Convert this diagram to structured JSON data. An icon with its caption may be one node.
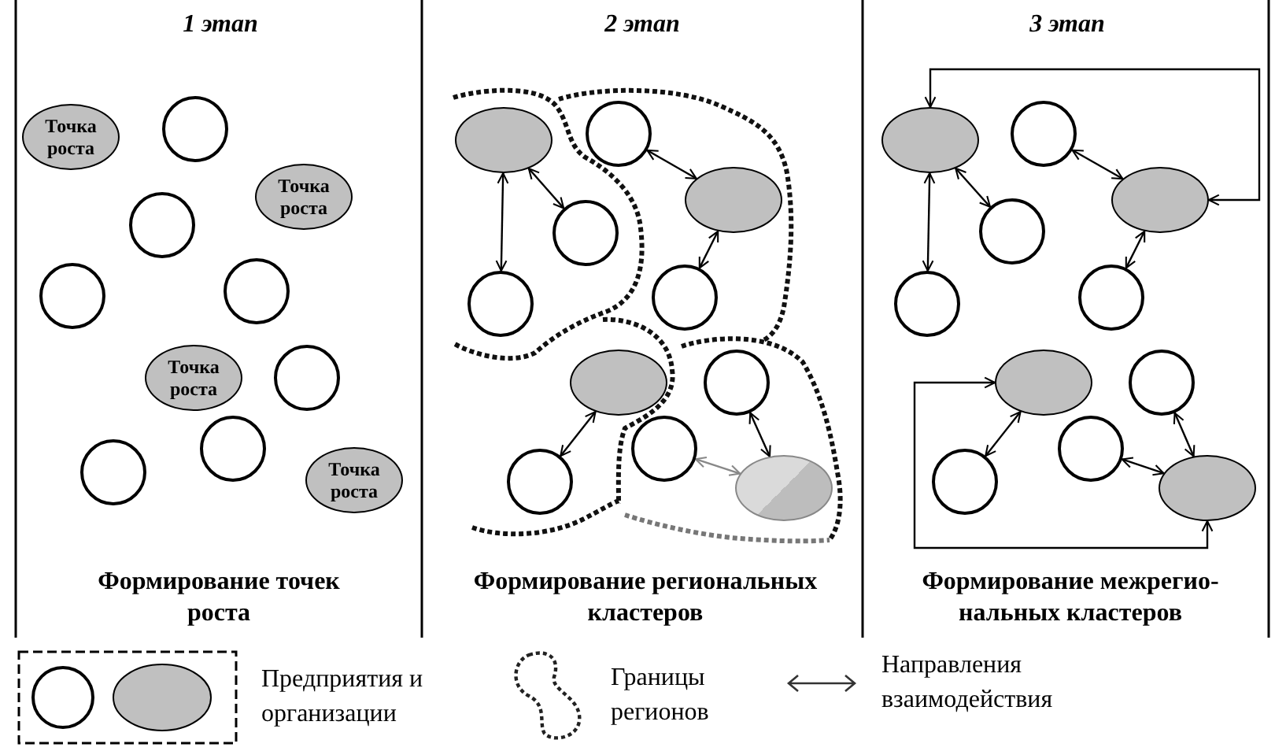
{
  "diagram": {
    "nodes": [
      {
        "text": [
          "Точка роста"
        ]
      },
      {
        "text": [],
        "shape": "circle"
      },
      {
        "text": [
          "Точка роста"
        ]
      },
      {
        "text": [],
        "shape": "circle"
      },
      {
        "text": [],
        "shape": "circle"
      },
      {
        "text": [],
        "shape": "circle"
      },
      {
        "text": [
          "Точка роста"
        ]
      },
      {
        "text": [],
        "shape": "circle"
      },
      {
        "text": [],
        "shape": "circle"
      },
      {
        "text": [],
        "shape": "circle"
      },
      {
        "text": [
          "Точка роста"
        ]
      },
      {
        "text": [],
        "shape": "ellipse"
      },
      {
        "text": [],
        "shape": "circle"
      },
      {
        "text": [],
        "shape": "ellipse"
      },
      {
        "text": [],
        "shape": "circle"
      },
      {
        "text": [],
        "shape": "circle"
      },
      {
        "text": [],
        "shape": "circle"
      },
      {
        "text": [],
        "shape": "ellipse"
      },
      {
        "text": [],
        "shape": "circle"
      },
      {
        "text": [],
        "shape": "circle"
      },
      {
        "text": [],
        "shape": "circle"
      },
      {
        "text": [],
        "shape": "ellipse"
      },
      {
        "text": [],
        "shape": "ellipse"
      },
      {
        "text": [],
        "shape": "circle"
      },
      {
        "text": [],
        "shape": "ellipse"
      },
      {
        "text": [],
        "shape": "circle"
      },
      {
        "text": [],
        "shape": "circle"
      },
      {
        "text": [],
        "shape": "circle"
      },
      {
        "text": [],
        "shape": "ellipse"
      },
      {
        "text": [],
        "shape": "circle"
      },
      {
        "text": [],
        "shape": "circle"
      },
      {
        "text": [],
        "shape": "circle"
      },
      {
        "text": [],
        "shape": "ellipse"
      }
    ],
    "edges": [
      {
        "from": 11,
        "to": 14,
        "arrow": "both"
      },
      {
        "from": 11,
        "to": 16,
        "arrow": "both"
      },
      {
        "from": 12,
        "to": 13,
        "arrow": "both"
      },
      {
        "from": 13,
        "to": 15,
        "arrow": "both"
      },
      {
        "from": 17,
        "to": 20,
        "arrow": "both"
      },
      {
        "from": 18,
        "to": 21,
        "arrow": "both"
      },
      {
        "from": 19,
        "to": 21,
        "arrow": "both",
        "color": "#888888"
      },
      {
        "from": 22,
        "to": 25,
        "arrow": "both"
      },
      {
        "from": 22,
        "to": 27,
        "arrow": "both"
      },
      {
        "from": 23,
        "to": 24,
        "arrow": "both"
      },
      {
        "from": 24,
        "to": 26,
        "arrow": "both"
      },
      {
        "from": 28,
        "to": 31,
        "arrow": "both"
      },
      {
        "from": 29,
        "to": 32,
        "arrow": "both"
      },
      {
        "from": 30,
        "to": 32,
        "arrow": "both"
      },
      {
        "from": 24,
        "to": 22,
        "arrow": "both"
      },
      {
        "from": 32,
        "to": 28,
        "arrow": "both"
      }
    ],
    "labels": [
      "1 этап",
      "2 этап",
      "3 этап",
      "Формирование точек роста",
      "Формирование региональных кластеров",
      "Формирование межрегио-нальных кластеров"
    ],
    "legend": [
      {
        "text": "Предприятия и организации"
      },
      {
        "text": "Границы регионов"
      },
      {
        "text": "Направления взаимодействия"
      }
    ]
  }
}
